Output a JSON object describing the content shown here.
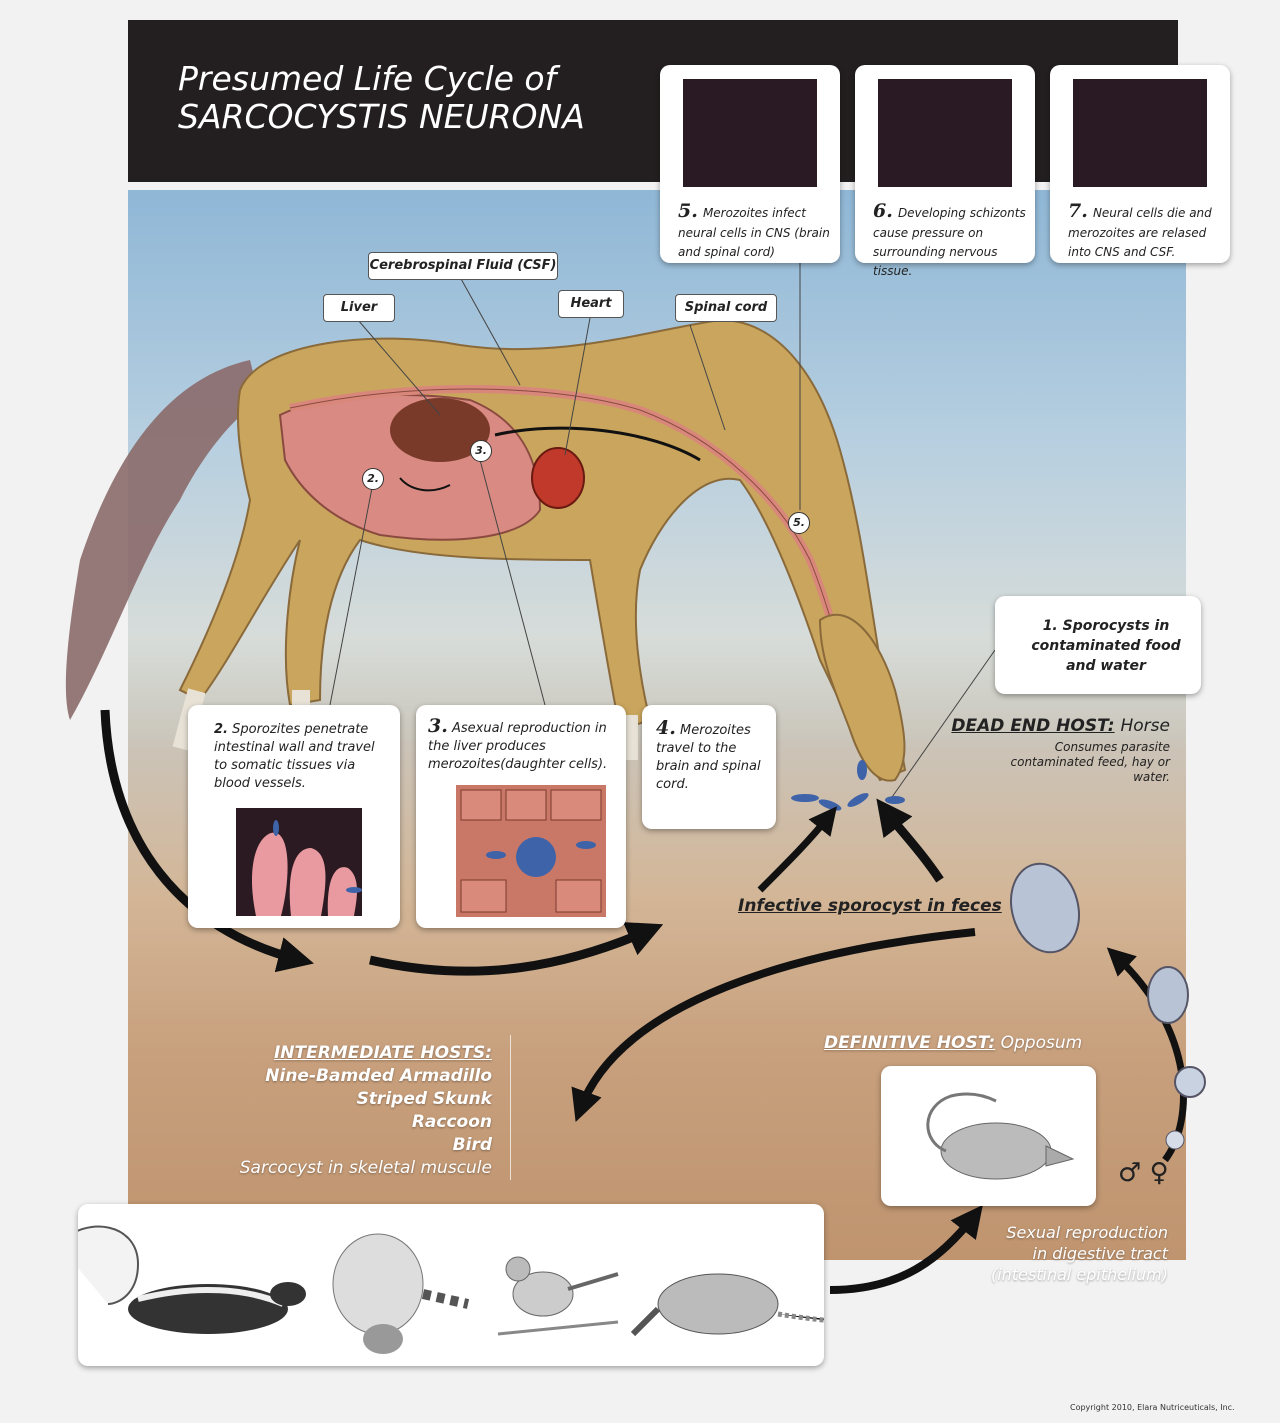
{
  "title": {
    "line1": "Presumed Life Cycle of",
    "line2": "SARCOCYSTIS NEURONA"
  },
  "cns_steps": [
    {
      "num": "5.",
      "text": "Merozoites infect neural cells in CNS (brain and spinal cord)"
    },
    {
      "num": "6.",
      "text": "Developing schizonts cause pressure on surrounding nervous tissue."
    },
    {
      "num": "7.",
      "text": "Neural cells die and merozoites are relased into CNS and CSF."
    }
  ],
  "labels": {
    "csf": "Cerebrospinal Fluid (CSF)",
    "liver": "Liver",
    "heart": "Heart",
    "spinal_cord": "Spinal cord"
  },
  "markers": {
    "m2": "2.",
    "m3": "3.",
    "m5": "5."
  },
  "steps": [
    {
      "num": "1.",
      "text": "Sporocysts in contaminated food and water"
    },
    {
      "num": "2.",
      "text": "Sporozites penetrate intestinal wall and travel to somatic tissues via blood vessels."
    },
    {
      "num": "3.",
      "text": "Asexual reproduction in the liver produces merozoites(daughter cells)."
    },
    {
      "num": "4.",
      "text": "Merozoites travel to the brain and spinal cord."
    }
  ],
  "dead_end": {
    "heading": "DEAD END HOST:",
    "host": "Horse",
    "desc": "Consumes parasite contaminated feed, hay or water."
  },
  "infective": "Infective sporocyst  in feces",
  "intermediate": {
    "heading": "INTERMEDIATE HOSTS:",
    "hosts": [
      "Nine-Bamded Armadillo",
      "Striped Skunk",
      "Raccoon",
      "Bird"
    ],
    "note": "Sarcocyst in skeletal muscule"
  },
  "definitive": {
    "heading": "DEFINITIVE HOST:",
    "host": "Opposum"
  },
  "sexual": "Sexual reproduction in digestive tract (intestinal epithelium)",
  "sex_symbols": "♂ ♀",
  "copyright": "Copyright 2010, Elara Nutriceuticals, Inc.",
  "colors": {
    "header": "#231f20",
    "arrow": "#111111",
    "parasite": "#3e63a8"
  }
}
